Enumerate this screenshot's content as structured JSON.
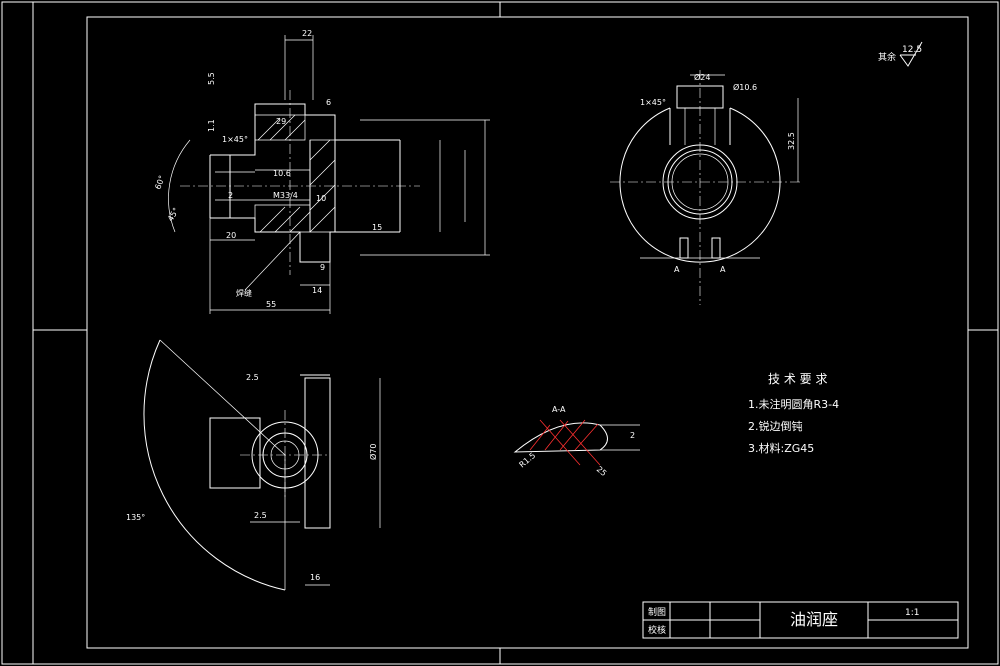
{
  "roughness": {
    "label": "其余",
    "value": "12.5"
  },
  "dims_front": {
    "d22": "22",
    "d5_5": "5.5",
    "d1_1": "1.1",
    "d29": "29",
    "d6": "6",
    "d10_5": "10.6",
    "chamfer": "1×45°",
    "m": "M33/4",
    "d20": "20",
    "d10": "10",
    "d14": "14",
    "d55": "55",
    "d9": "9",
    "d2": "2",
    "d60": "60°",
    "d45": "45°",
    "d15": "15",
    "leader": "焊缝"
  },
  "dims_right": {
    "d24": "Ø24",
    "d10_6": "Ø10.6",
    "chamfer": "1×45°",
    "d32_5": "32.5"
  },
  "dims_bottom": {
    "d2_5a": "2.5",
    "d2_5b": "2.5",
    "d135": "135°",
    "d70": "Ø70",
    "d16": "16"
  },
  "section": {
    "label": "A-A",
    "d2": "2",
    "dR": "R1.5",
    "d25": "25"
  },
  "section_marks": {
    "a1": "A",
    "a2": "A"
  },
  "notes": {
    "title": "技 术 要 求",
    "items": [
      "1.未注明圆角R3-4",
      "2.锐边倒钝",
      "3.材料:ZG45"
    ]
  },
  "title_block": {
    "drawn_label": "制图",
    "checked_label": "校核",
    "part_name": "油润座",
    "scale": "1:1"
  }
}
